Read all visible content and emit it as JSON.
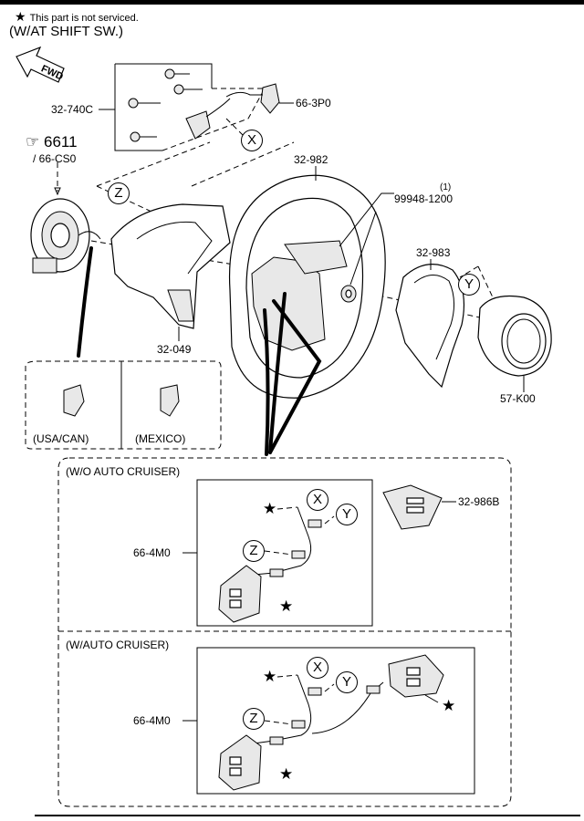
{
  "header": {
    "star": "★",
    "note": "This part is not serviced.",
    "variant": "(W/AT SHIFT SW.)"
  },
  "fwd_label": "FWD",
  "callouts": {
    "x": "X",
    "y": "Y",
    "z": "Z"
  },
  "parts": {
    "p32_740c": "32-740C",
    "p66_3p0": "66-3P0",
    "p6611": "6611",
    "p66_cs0": "/ 66-CS0",
    "p32_982": "32-982",
    "p99948_qty": "(1)",
    "p99948": "99948-1200",
    "p32_983": "32-983",
    "p32_049": "32-049",
    "p57_k00": "57-K00",
    "p32_986b": "32-986B",
    "p66_4m0_a": "66-4M0",
    "p66_4m0_b": "66-4M0"
  },
  "regions": {
    "usa_can": "(USA/CAN)",
    "mexico": "(MEXICO)",
    "wo_cruiser": "(W/O AUTO CRUISER)",
    "w_cruiser": "(W/AUTO CRUISER)"
  },
  "ref_symbol": "☞"
}
